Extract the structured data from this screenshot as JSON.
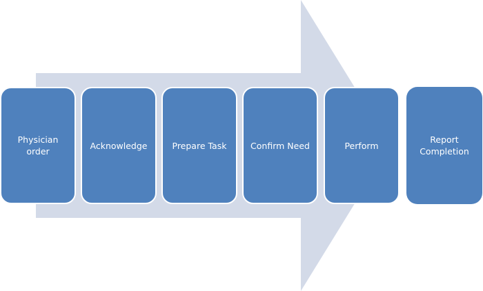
{
  "diagram": {
    "type": "process-arrow",
    "colors": {
      "arrow_fill": "#d3dae8",
      "step_fill": "#4f81bd",
      "step_border": "#ffffff",
      "step_text": "#ffffff"
    },
    "steps": [
      {
        "label": "Physician\norder"
      },
      {
        "label": "Acknowledge"
      },
      {
        "label": "Prepare Task"
      },
      {
        "label": "Confirm Need"
      },
      {
        "label": "Perform"
      },
      {
        "label": "Report\nCompletion"
      }
    ]
  }
}
